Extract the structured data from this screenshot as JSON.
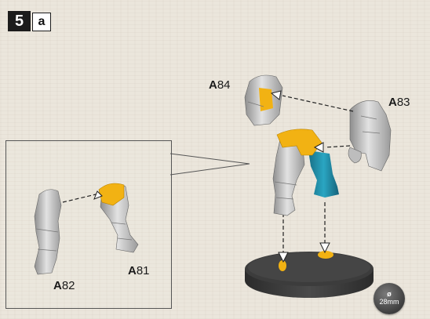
{
  "step": {
    "number": "5",
    "sub": "a"
  },
  "parts": {
    "a84": {
      "prefix": "A",
      "code": "84"
    },
    "a83": {
      "prefix": "A",
      "code": "83"
    },
    "a82": {
      "prefix": "A",
      "code": "82"
    },
    "a81": {
      "prefix": "A",
      "code": "81"
    }
  },
  "base": {
    "symbol": "ø",
    "size": "28mm"
  },
  "colors": {
    "glue": "#f2b213",
    "metal": "#c9c9c9",
    "teal": "#1f8fa8",
    "base": "#3a3a3a"
  }
}
